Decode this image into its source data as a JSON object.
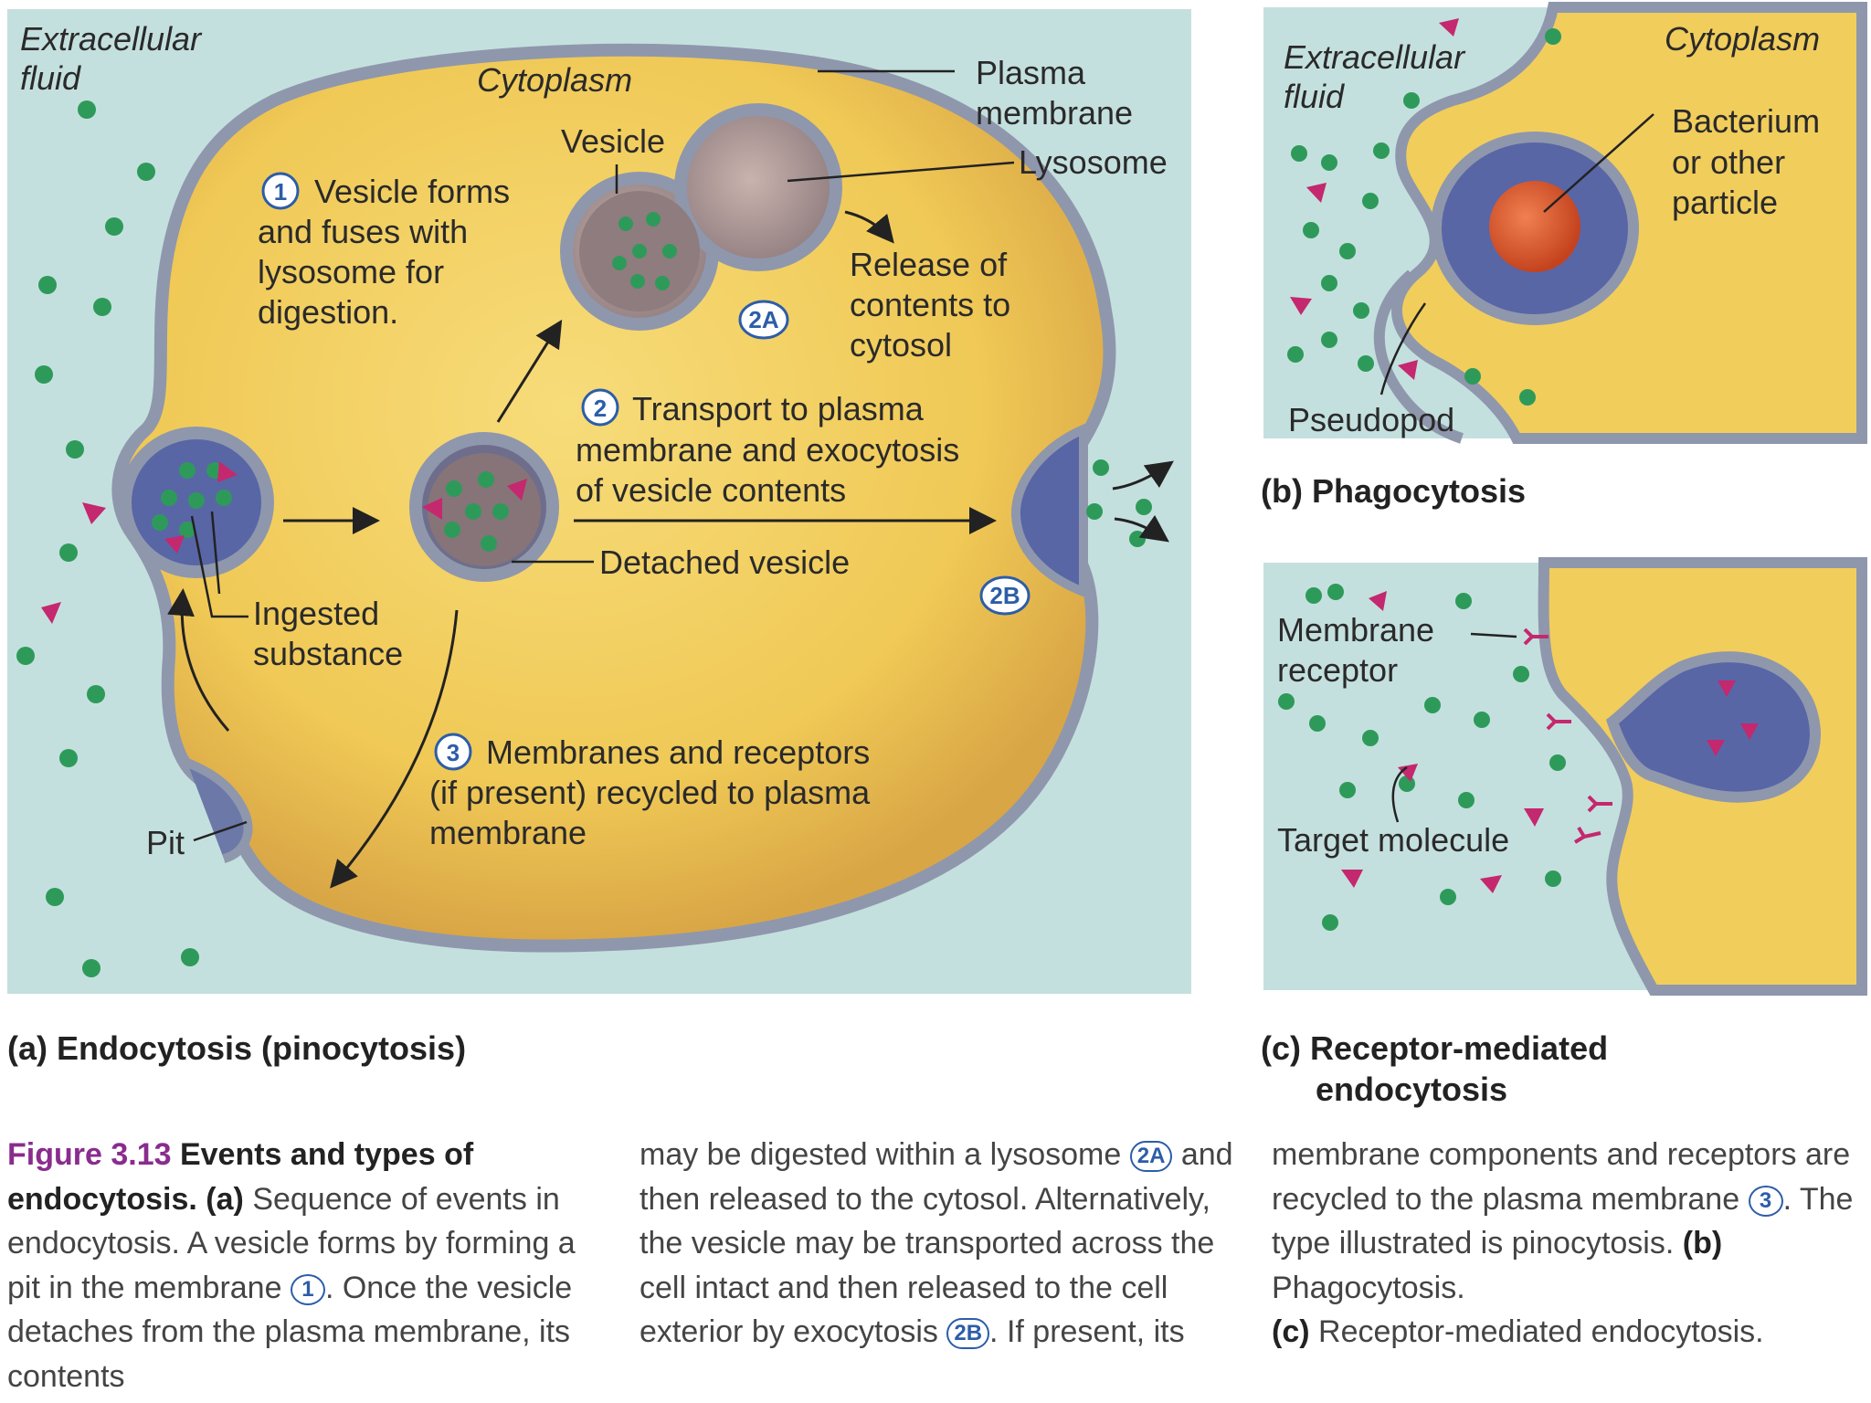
{
  "panel_a": {
    "extracellular_fluid": [
      "Extracellular",
      "fluid"
    ],
    "cytoplasm": "Cytoplasm",
    "plasma_membrane": [
      "Plasma",
      "membrane"
    ],
    "vesicle": "Vesicle",
    "lysosome": "Lysosome",
    "step1_number": "1",
    "step1_text": [
      "Vesicle forms",
      "and fuses with",
      "lysosome for",
      "digestion."
    ],
    "release": [
      "Release of",
      "contents to",
      "cytosol"
    ],
    "step2a_number": "2A",
    "step2_number": "2",
    "step2_text": [
      "Transport to plasma",
      "membrane and exocytosis",
      "of vesicle contents"
    ],
    "detached_vesicle": "Detached vesicle",
    "step2b_number": "2B",
    "ingested_substance": [
      "Ingested",
      "substance"
    ],
    "step3_number": "3",
    "step3_text": [
      "Membranes and receptors",
      "(if present) recycled to plasma",
      "membrane"
    ],
    "pit": "Pit",
    "caption": "(a) Endocytosis (pinocytosis)"
  },
  "panel_b": {
    "extracellular_fluid": [
      "Extracellular",
      "fluid"
    ],
    "cytoplasm": "Cytoplasm",
    "bacterium": [
      "Bacterium",
      "or other",
      "particle"
    ],
    "pseudopod": "Pseudopod",
    "caption": "(b) Phagocytosis"
  },
  "panel_c": {
    "membrane_receptor": [
      "Membrane",
      "receptor"
    ],
    "target_molecule": "Target molecule",
    "caption": [
      "(c) Receptor-mediated",
      "endocytosis"
    ]
  },
  "figure_caption": {
    "figure_number": "Figure 3.13",
    "title": "Events and types of endocytosis.",
    "col1": {
      "a_label": "(a)",
      "text1": "Sequence of events in endocytosis. A vesicle forms by forming a pit in the membrane",
      "ref1": "1",
      "text2": ". Once the vesicle detaches from the plasma membrane, its contents"
    },
    "col2": {
      "text1": "may be digested within a lysosome",
      "ref2a": "2A",
      "text2": "and then released to the cytosol. Alternatively, the vesicle may be transported across the cell intact and then released to the cell exterior by exocytosis",
      "ref2b": "2B",
      "text3": ". If present, its"
    },
    "col3": {
      "text1": "membrane components and receptors are recycled to the plasma membrane",
      "ref3": "3",
      "text2": ". The type illustrated is pinocytosis.",
      "b_label": "(b)",
      "text3": "Phagocytosis.",
      "c_label": "(c)",
      "text4": "Receptor-mediated endocytosis."
    }
  },
  "colors": {
    "fluid": "#c4e0de",
    "cytoplasm": "#f1cd5c",
    "cytoplasm_dark": "#dca84a",
    "membrane": "#8f97ad",
    "vesicle_inside": "#5866a6",
    "particle_green": "#2e9a5a",
    "target_pink": "#c4286e",
    "bacterium": "#d8552c",
    "figure_number": "#8a2c8e",
    "step_number": "#2c5da8"
  }
}
